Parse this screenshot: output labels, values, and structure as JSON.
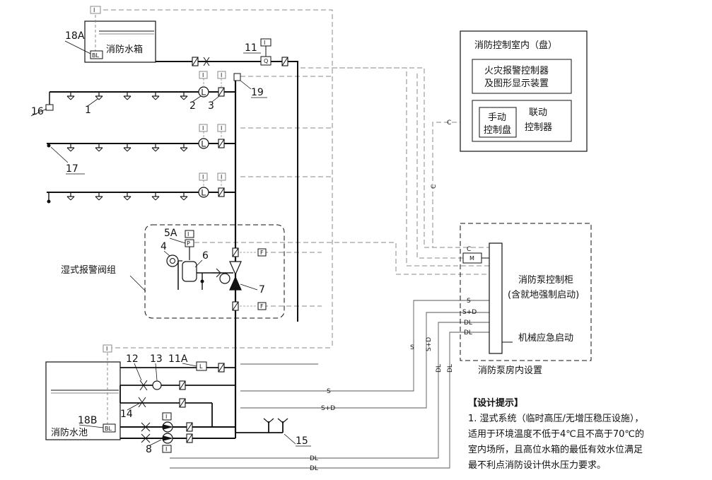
{
  "labels": {
    "high_tank_id": "18A",
    "high_tank_name": "消防水箱",
    "high_tank_bl": "BL",
    "n11": "11",
    "n19": "19",
    "n16": "16",
    "n1": "1",
    "n2": "2",
    "n3": "3",
    "n17": "17",
    "n5a": "5A",
    "n4": "4",
    "n6": "6",
    "n7": "7",
    "wet_valve_group": "湿式报警阀组",
    "n12": "12",
    "n13": "13",
    "n11a": "11A",
    "n14": "14",
    "n18b": "18B",
    "pool_name": "消防水池",
    "pool_bl": "BL",
    "n8": "8",
    "n15": "15"
  },
  "control_room": {
    "title": "消防控制室内（盘）",
    "fire_alarm_line1": "火灾报警控制器",
    "fire_alarm_line2": "及图形显示装置",
    "manual_line1": "手动",
    "manual_line2": "控制盘",
    "linkage_line1": "联动",
    "linkage_line2": "控制器"
  },
  "pump_room": {
    "cabinet_line1": "消防泵控制柜",
    "cabinet_line2": "(含就地强制启动)",
    "mech_start": "机械应急启动",
    "caption": "消防泵房内设置",
    "m_box": "M"
  },
  "signals": {
    "c": "C",
    "s": "S",
    "sd": "S+D",
    "dl": "DL"
  },
  "tags": {
    "i": "I",
    "f": "F",
    "p": "P",
    "l": "L",
    "q": "Q"
  },
  "note": {
    "title": "【设计提示】",
    "lines": [
      "1.  湿式系统（临时高压/无增压稳压设施），",
      "适用于环境温度不低于4℃且不高于70℃的",
      "室内场所，且高位水箱的最低有效水位满足",
      "最不利点消防设计供水压力要求。"
    ]
  }
}
